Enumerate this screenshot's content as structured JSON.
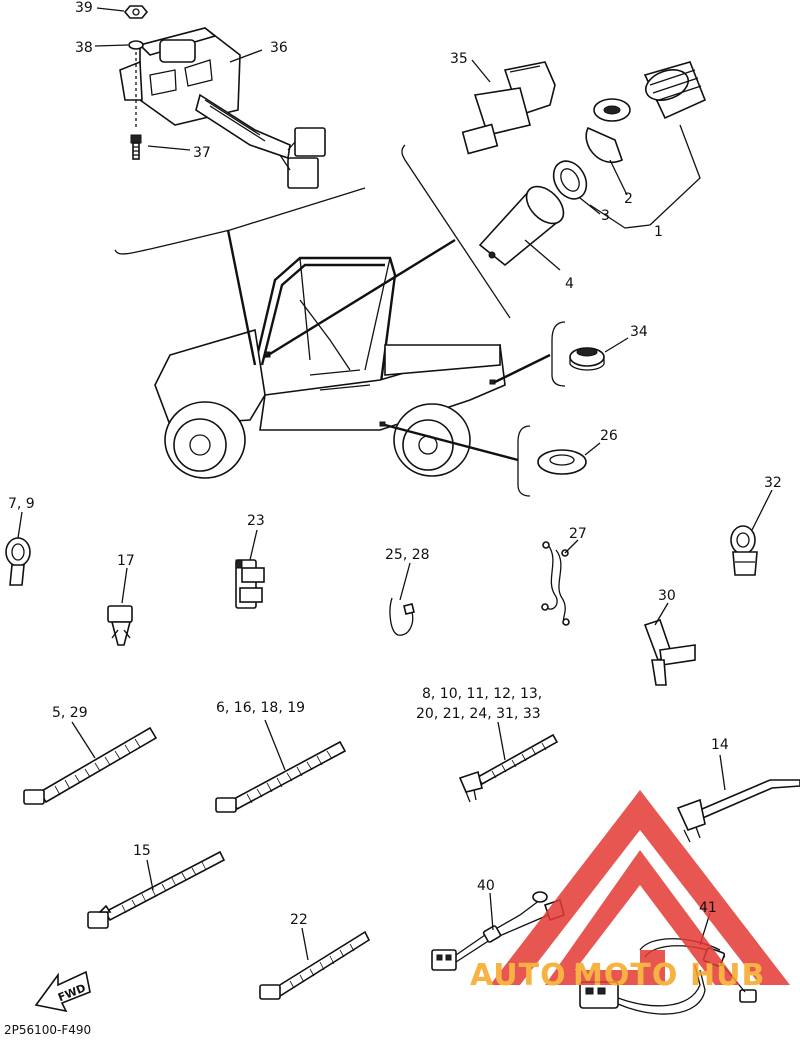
{
  "diagram": {
    "code": "2P56100-F490",
    "fwd_label": "FWD",
    "watermark": {
      "text_auto": "AUTO",
      "text_moto": "MOTO",
      "text_hub": "HUB",
      "color_red": "#e53935",
      "color_orange": "#f5a623"
    },
    "labels": {
      "p39": "39",
      "p38": "38",
      "p36": "36",
      "p37": "37",
      "p35": "35",
      "p2": "2",
      "p3": "3",
      "p1": "1",
      "p4": "4",
      "p34": "34",
      "p26": "26",
      "p7_9": "7, 9",
      "p17": "17",
      "p23": "23",
      "p25_28": "25, 28",
      "p27": "27",
      "p32": "32",
      "p30": "30",
      "p5_29": "5, 29",
      "p6_16_18_19": "6, 16, 18, 19",
      "p8_line1": "8, 10, 11, 12, 13,",
      "p8_line2": "20, 21, 24, 31, 33",
      "p14": "14",
      "p15": "15",
      "p40": "40",
      "p41": "41",
      "p22": "22"
    }
  }
}
